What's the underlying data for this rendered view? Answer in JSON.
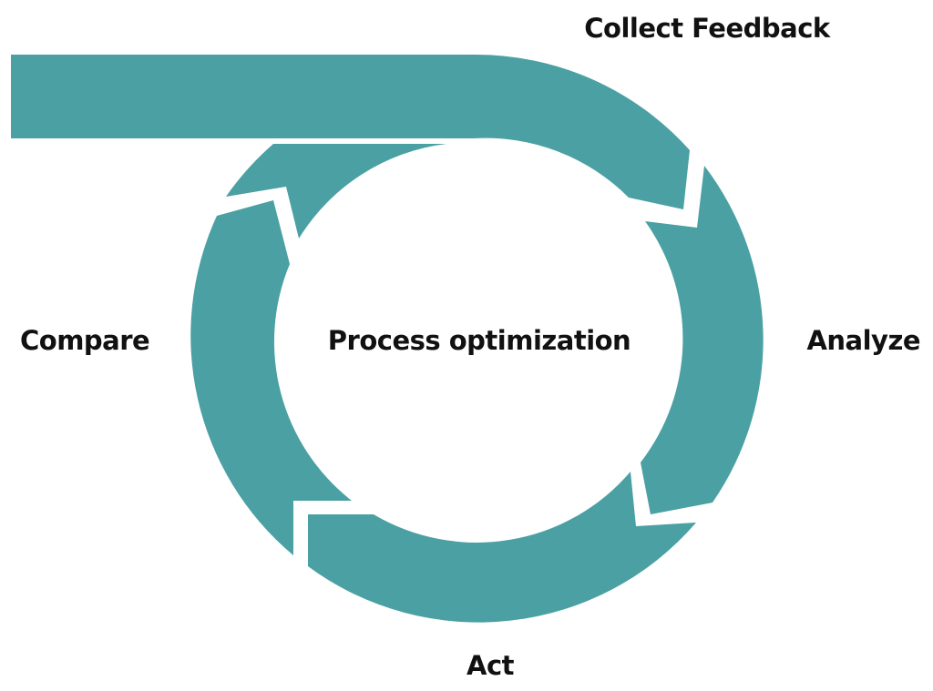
{
  "diagram": {
    "center_label": "Process optimization",
    "stages": [
      {
        "label": "Collect Feedback"
      },
      {
        "label": "Analyze"
      },
      {
        "label": "Act"
      },
      {
        "label": "Compare"
      }
    ],
    "colors": {
      "arrow_fill": "#4aa0a3",
      "text": "#111111",
      "background": "#ffffff"
    }
  }
}
